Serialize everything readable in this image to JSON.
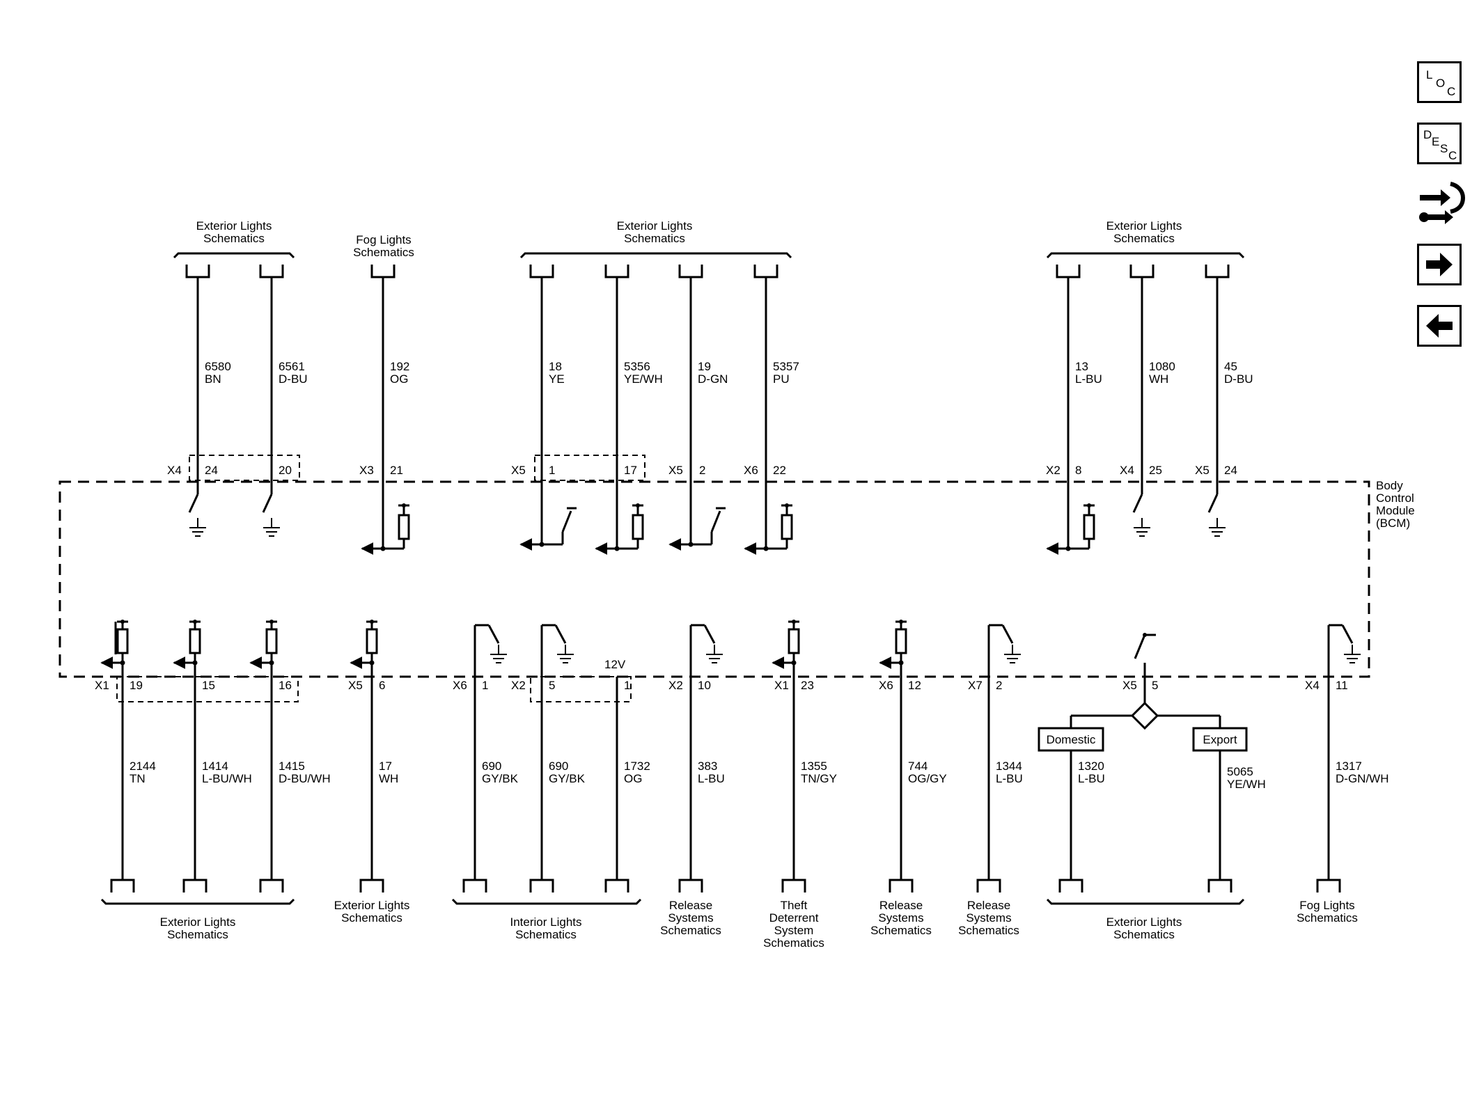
{
  "module_label": [
    "Body",
    "Control",
    "Module",
    "(BCM)"
  ],
  "nav": {
    "loc_letters": [
      "L",
      "O",
      "C"
    ],
    "desc_letters": [
      "D",
      "E",
      "S",
      "C"
    ]
  },
  "top_groups": [
    {
      "lines": [
        "Exterior Lights",
        "Schematics"
      ]
    },
    {
      "lines": [
        "Fog Lights",
        "Schematics"
      ]
    },
    {
      "lines": [
        "Exterior Lights",
        "Schematics"
      ]
    },
    {
      "lines": [
        "Exterior Lights",
        "Schematics"
      ]
    }
  ],
  "top_wires": [
    {
      "circuit": "6580",
      "color": "BN",
      "connector": "X4",
      "pin": "24"
    },
    {
      "circuit": "6561",
      "color": "D-BU",
      "connector": "",
      "pin": "20"
    },
    {
      "circuit": "192",
      "color": "OG",
      "connector": "X3",
      "pin": "21"
    },
    {
      "circuit": "18",
      "color": "YE",
      "connector": "X5",
      "pin": "1"
    },
    {
      "circuit": "5356",
      "color": "YE/WH",
      "connector": "",
      "pin": "17"
    },
    {
      "circuit": "19",
      "color": "D-GN",
      "connector": "X5",
      "pin": "2"
    },
    {
      "circuit": "5357",
      "color": "PU",
      "connector": "X6",
      "pin": "22"
    },
    {
      "circuit": "13",
      "color": "L-BU",
      "connector": "X2",
      "pin": "8"
    },
    {
      "circuit": "1080",
      "color": "WH",
      "connector": "X4",
      "pin": "25"
    },
    {
      "circuit": "45",
      "color": "D-BU",
      "connector": "X5",
      "pin": "24"
    }
  ],
  "bottom_wires": [
    {
      "circuit": "2144",
      "color": "TN",
      "connector": "X1",
      "pin": "19"
    },
    {
      "circuit": "1414",
      "color": "L-BU/WH",
      "connector": "",
      "pin": "15"
    },
    {
      "circuit": "1415",
      "color": "D-BU/WH",
      "connector": "",
      "pin": "16"
    },
    {
      "circuit": "17",
      "color": "WH",
      "connector": "X5",
      "pin": "6"
    },
    {
      "circuit": "690",
      "color": "GY/BK",
      "connector": "X6",
      "pin": "1"
    },
    {
      "circuit": "690",
      "color": "GY/BK",
      "connector": "X2",
      "pin": "5"
    },
    {
      "circuit": "1732",
      "color": "OG",
      "connector": "",
      "pin": "1"
    },
    {
      "circuit": "383",
      "color": "L-BU",
      "connector": "X2",
      "pin": "10"
    },
    {
      "circuit": "1355",
      "color": "TN/GY",
      "connector": "X1",
      "pin": "23"
    },
    {
      "circuit": "744",
      "color": "OG/GY",
      "connector": "X6",
      "pin": "12"
    },
    {
      "circuit": "1344",
      "color": "L-BU",
      "connector": "X7",
      "pin": "2"
    },
    {
      "circuit": "1320",
      "color": "L-BU",
      "connector": "",
      "pin": ""
    },
    {
      "circuit": "5065",
      "color": "YE/WH",
      "connector": "",
      "pin": ""
    },
    {
      "circuit": "1317",
      "color": "D-GN/WH",
      "connector": "X4",
      "pin": "11"
    }
  ],
  "split": {
    "connector": "X5",
    "pin": "5",
    "left_label": "Domestic",
    "right_label": "Export"
  },
  "voltage_label": "12V",
  "bottom_groups": [
    {
      "lines": [
        "Exterior Lights",
        "Schematics"
      ]
    },
    {
      "lines": [
        "Exterior Lights",
        "Schematics"
      ]
    },
    {
      "lines": [
        "Interior Lights",
        "Schematics"
      ]
    },
    {
      "lines": [
        "Release",
        "Systems",
        "Schematics"
      ]
    },
    {
      "lines": [
        "Theft",
        "Deterrent",
        "System",
        "Schematics"
      ]
    },
    {
      "lines": [
        "Release",
        "Systems",
        "Schematics"
      ]
    },
    {
      "lines": [
        "Release",
        "Systems",
        "Schematics"
      ]
    },
    {
      "lines": [
        "Exterior Lights",
        "Schematics"
      ]
    },
    {
      "lines": [
        "Fog Lights",
        "Schematics"
      ]
    }
  ]
}
